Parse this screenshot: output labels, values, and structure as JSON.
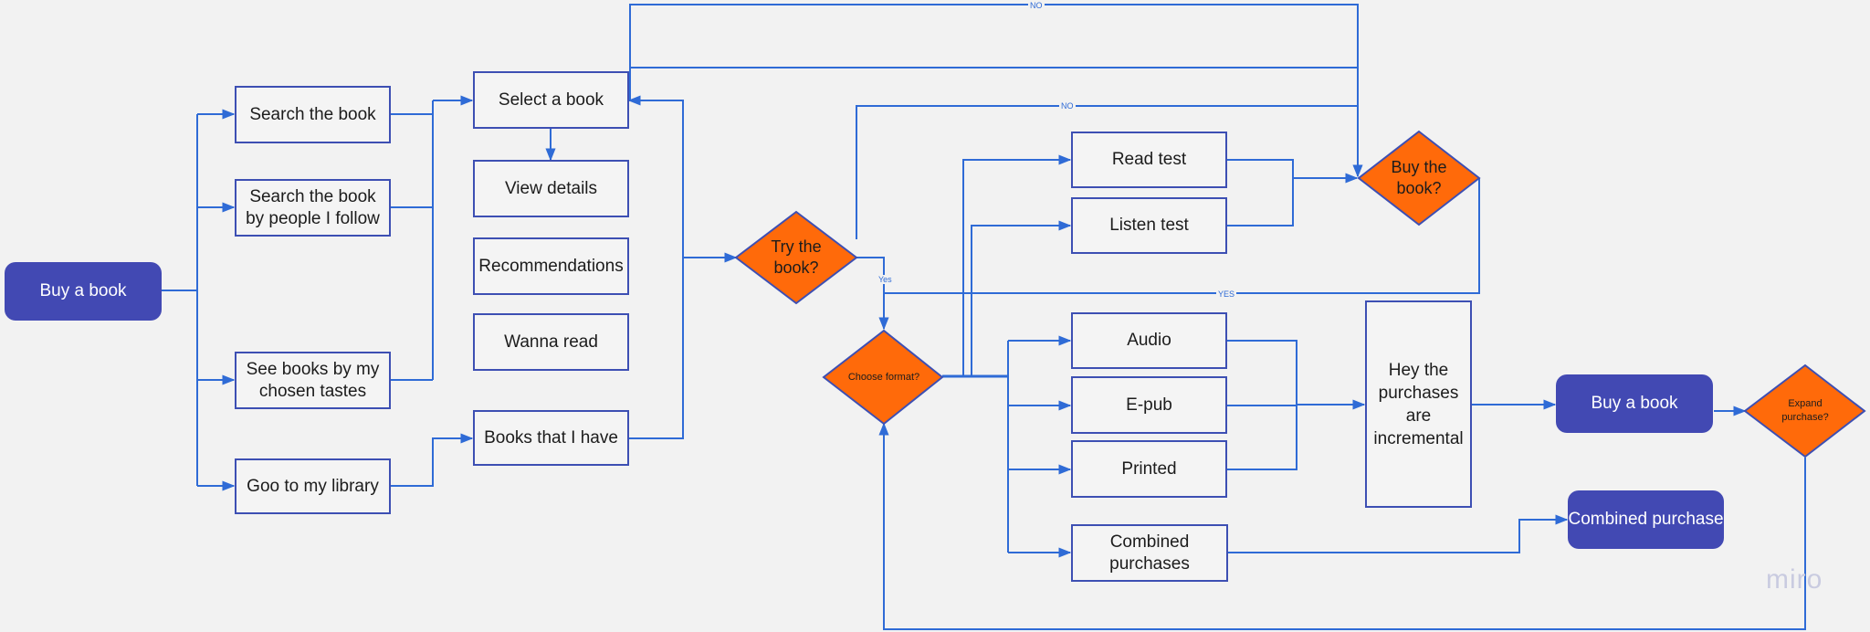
{
  "nodes": {
    "buy_start": "Buy a book",
    "search_book": "Search the book",
    "search_people": "Search the book by people I follow",
    "see_tastes": "See books by my chosen  tastes",
    "goo_library": "Goo to my library",
    "select_book": "Select a book",
    "view_details": "View details",
    "recommendations": "Recommendations",
    "wanna_read": "Wanna read",
    "books_have": "Books that I have",
    "try_book": "Try the book?",
    "choose_format": "Choose format?",
    "read_test": "Read test",
    "listen_test": "Listen test",
    "buy_decision": "Buy the book?",
    "audio": "Audio",
    "epub": "E-pub",
    "printed": "Printed",
    "combined_purchases": "Combined purchases",
    "incremental": "Hey the purchases are incremental",
    "buy_end": "Buy a book",
    "combined_purchase": "Combined purchase",
    "expand": "Expand purchase?"
  },
  "edge_labels": {
    "no_top": "NO",
    "no_mid": "NO",
    "yes_try": "Yes",
    "yes_buy": "YES"
  },
  "watermark": "miro",
  "colors": {
    "connector": "#2f6bd6",
    "box_border": "#3d4fb3",
    "primary_fill": "#4249b3",
    "decision_fill": "#ff6a0a",
    "decision_border": "#3d4fb3"
  }
}
